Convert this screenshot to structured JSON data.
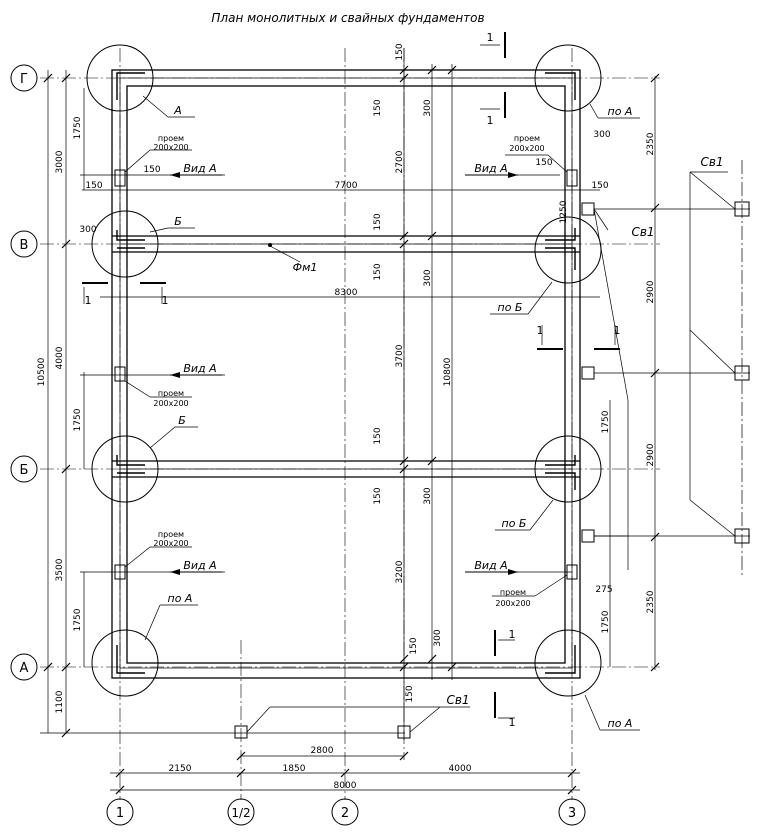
{
  "title": "План монолитных и свайных фундаментов",
  "axes_rows": [
    "Г",
    "В",
    "Б",
    "А"
  ],
  "axes_cols": [
    "1",
    "1/2",
    "2",
    "3"
  ],
  "row_dims": [
    "3000",
    "4000",
    "3500",
    "1100"
  ],
  "overall_left": "10500",
  "right_dims": [
    "2350",
    "2900",
    "2900",
    "2350"
  ],
  "col_dims_top": [
    "2150",
    "1850",
    "4000"
  ],
  "col_dim_bottom": "8000",
  "pile_dim": "2800",
  "mid_vertical": [
    "2700",
    "3700",
    "3200"
  ],
  "overall_mid_vertical": "10800",
  "overall_h_top": "7700",
  "overall_h_mid": "8300",
  "small_dims": {
    "d150": "150",
    "d300": "300",
    "d1750": "1750",
    "d1250": "1250",
    "d275": "275"
  },
  "labels": {
    "opening": "проем",
    "opening_size": "200х200",
    "view_a": "Вид А",
    "fm1": "Фм1",
    "sv1": "Св1",
    "a": "А",
    "b": "Б",
    "po_a": "по А",
    "po_b": "по Б",
    "section_1": "1"
  }
}
